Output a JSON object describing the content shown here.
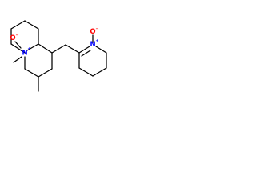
{
  "colors": {
    "nitrogen": "#0000ff",
    "oxygen": "#ff0000",
    "bond": "#000000",
    "background": "#ffffff"
  },
  "atoms": {
    "n1": {
      "label": "N",
      "charge": "+"
    },
    "o1": {
      "label": "O",
      "charge": "−"
    },
    "n2": {
      "label": "N",
      "charge": "+"
    },
    "o2": {
      "label": "O",
      "charge": "−"
    }
  }
}
